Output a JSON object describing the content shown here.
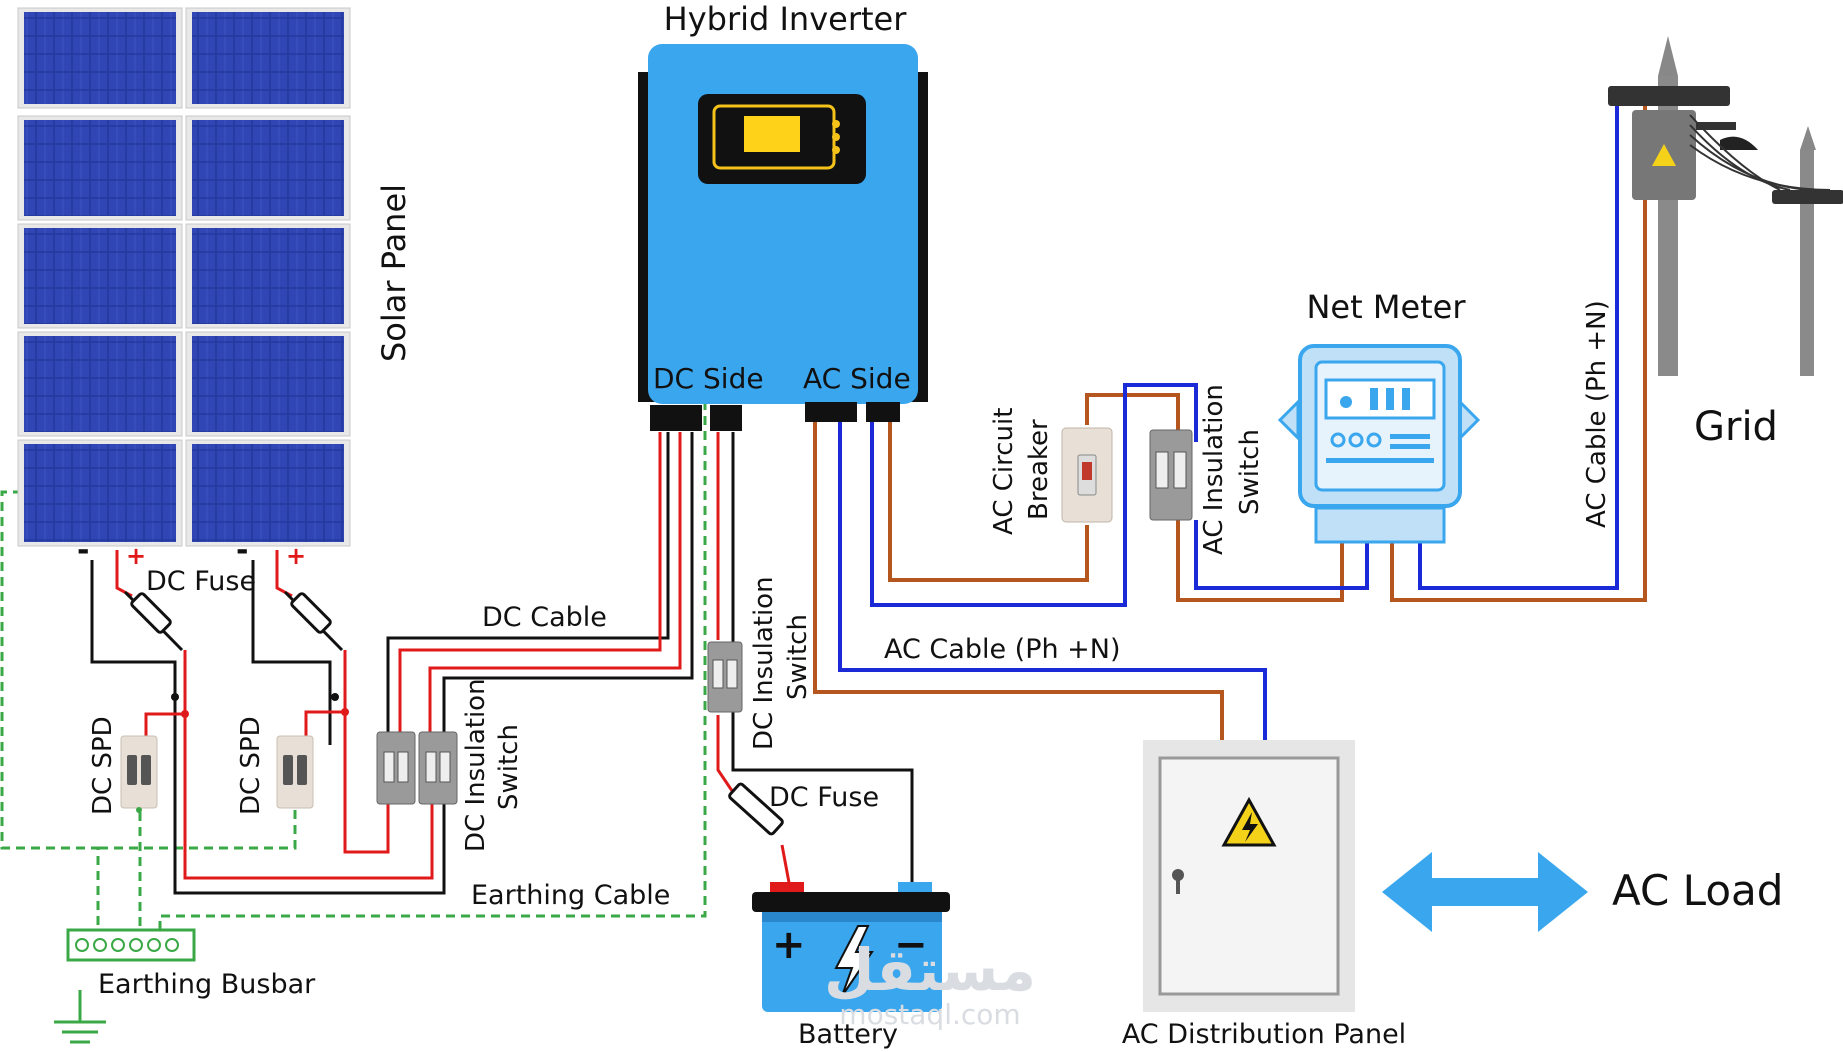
{
  "labels": {
    "hybrid_inverter": "Hybrid Inverter",
    "dc_side": "DC Side",
    "ac_side": "AC Side",
    "solar_panel": "Solar Panel",
    "net_meter": "Net Meter",
    "grid": "Grid",
    "ac_circuit_breaker_l1": "AC Circuit",
    "ac_circuit_breaker_l2": "Breaker",
    "ac_insulation_switch_l1": "AC Insulation",
    "ac_insulation_switch_l2": "Switch",
    "ac_cable_grid": "AC Cable (Ph +N)",
    "ac_cable_load": "AC Cable (Ph +N)",
    "dc_fuse_panel": "DC Fuse",
    "dc_cable": "DC Cable",
    "dc_spd_1": "DC SPD",
    "dc_spd_2": "DC SPD",
    "dc_insulation_switch_panel_l1": "DC Insulation",
    "dc_insulation_switch_panel_l2": "Switch",
    "dc_insulation_switch_batt_l1": "DC Insulation",
    "dc_insulation_switch_batt_l2": "Switch",
    "dc_fuse_battery": "DC Fuse",
    "earthing_cable": "Earthing Cable",
    "earthing_busbar": "Earthing Busbar",
    "battery": "Battery",
    "ac_distribution_panel": "AC Distribution Panel",
    "ac_load": "AC Load",
    "watermark_arabic": "مستقل",
    "watermark_url": "mostaql.com"
  },
  "symbols": {
    "plus": "+",
    "minus": "−",
    "panel_minus": "-",
    "panel_plus": "+"
  },
  "colors": {
    "inverter_body": "#3aa6ee",
    "panel_cell": "#2a3da8",
    "ac_phase_wire": "#b5561f",
    "ac_neutral_wire": "#1a2ad6",
    "dc_positive_wire": "#e01a1a",
    "dc_negative_wire": "#111111",
    "earth_wire": "#3aa846",
    "arrow": "#3aa6ee",
    "battery_body": "#3aa6ee",
    "warning": "#f5d21a"
  },
  "icons": {
    "inverter_display": "lcd-display-icon",
    "grid_pole": "utility-pole-icon",
    "distribution_warning": "high-voltage-warning-icon",
    "battery_bolt": "lightning-bolt-icon",
    "earth": "ground-symbol-icon",
    "ac_load_arrow": "double-arrow-icon"
  }
}
